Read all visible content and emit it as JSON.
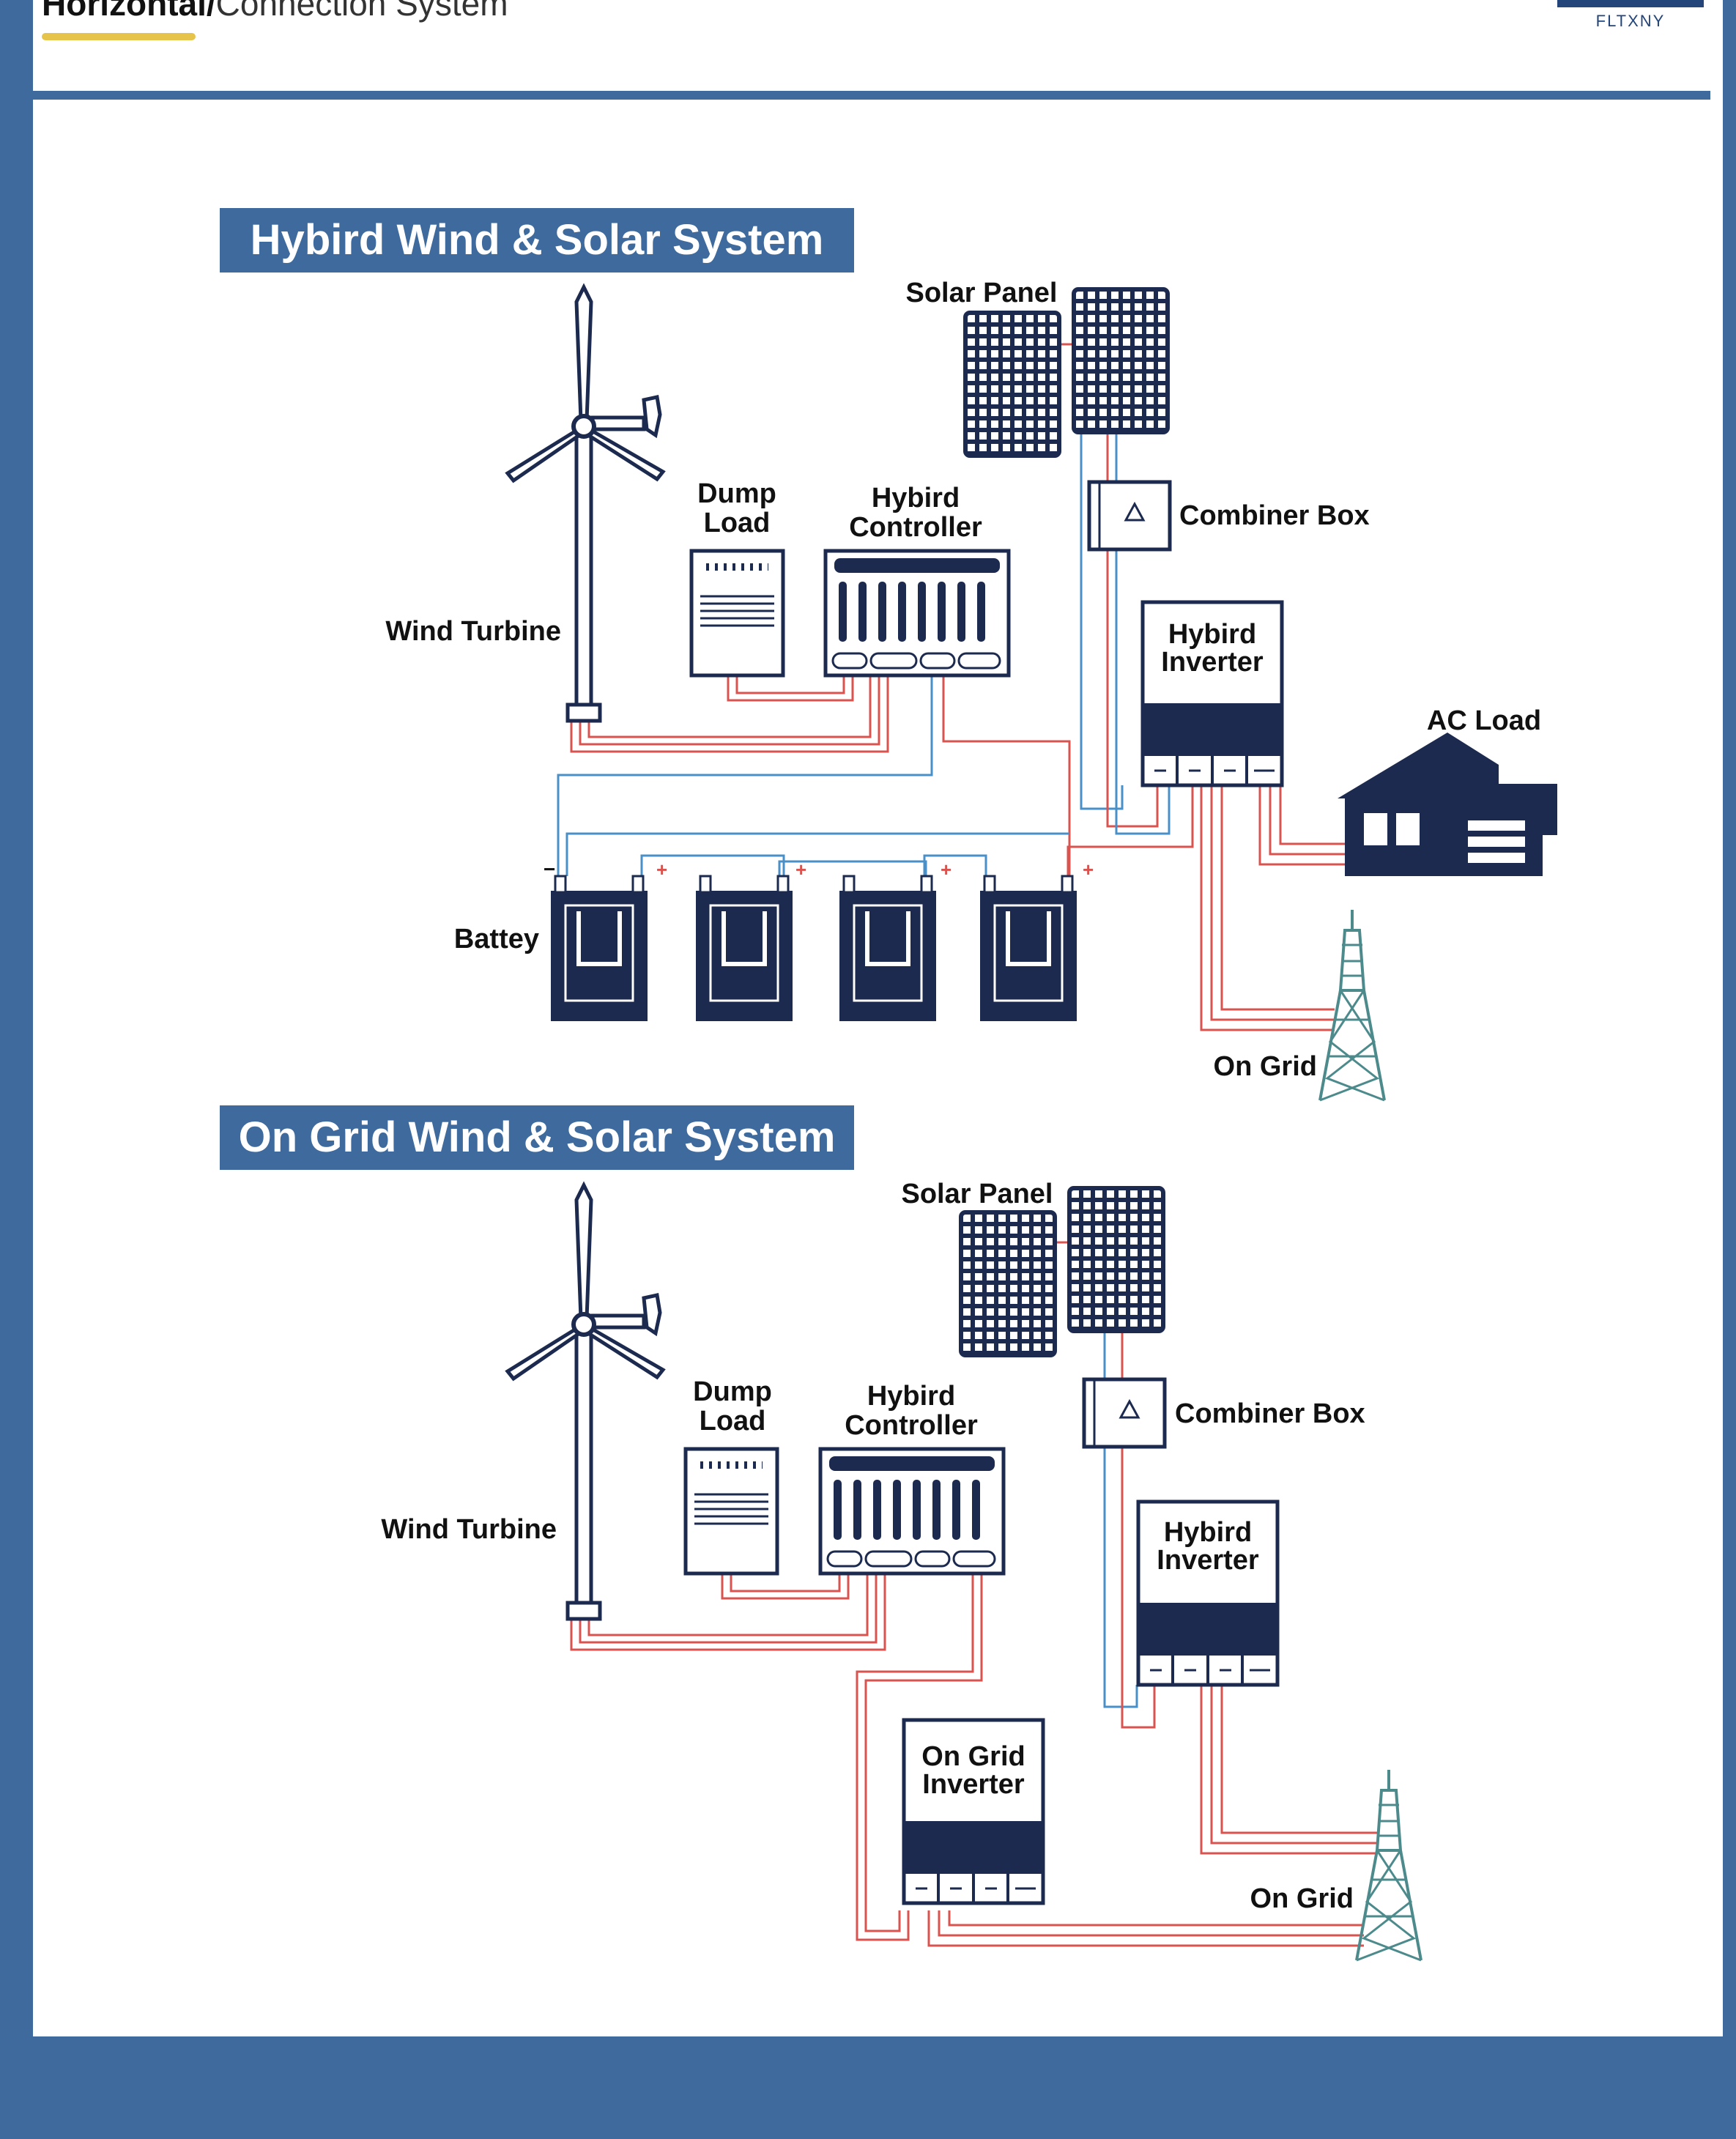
{
  "header": {
    "title_bold": "Horizontal/",
    "title_rest": "Connection System",
    "logo_text": "FLTXNY"
  },
  "section1": {
    "title": "Hybird Wind & Solar System",
    "labels": {
      "solar_panel": "Solar Panel",
      "combiner_box": "Combiner Box",
      "dump_load_1": "Dump",
      "dump_load_2": "Load",
      "controller_1": "Hybird",
      "controller_2": "Controller",
      "wind_turbine": "Wind Turbine",
      "inverter_1": "Hybird",
      "inverter_2": "Inverter",
      "ac_load": "AC Load",
      "battery": "Battey",
      "on_grid": "On Grid"
    }
  },
  "section2": {
    "title": "On Grid Wind & Solar System",
    "labels": {
      "solar_panel": "Solar Panel",
      "combiner_box": "Combiner Box",
      "dump_load_1": "Dump",
      "dump_load_2": "Load",
      "controller_1": "Hybird",
      "controller_2": "Controller",
      "wind_turbine": "Wind Turbine",
      "inverter_1": "Hybird",
      "inverter_2": "Inverter",
      "grid_inverter_1": "On Grid",
      "grid_inverter_2": "Inverter",
      "on_grid": "On Grid"
    }
  },
  "colors": {
    "accent_blue": "#3e6a9d",
    "navy": "#1b2a4e",
    "wire_red": "#d9534f",
    "wire_blue": "#4a90c8",
    "underline_yellow": "#e6c34a"
  }
}
